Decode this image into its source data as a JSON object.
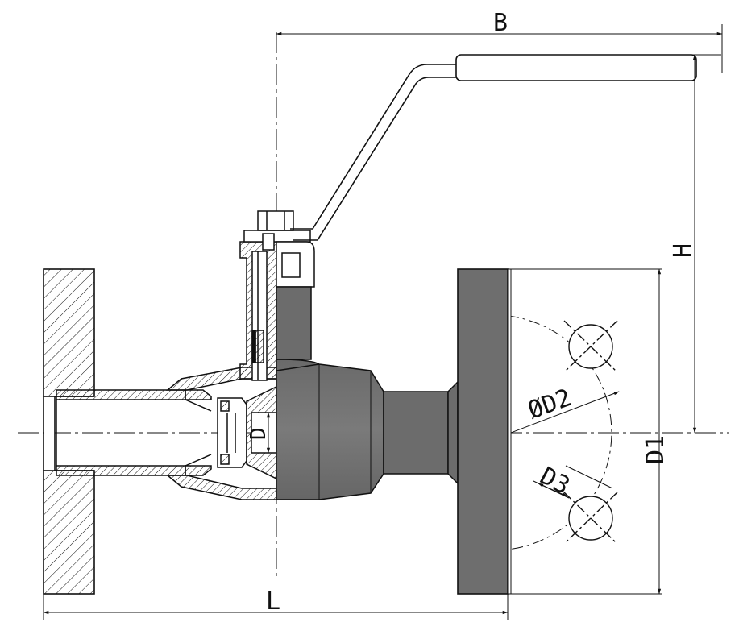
{
  "diagram": {
    "subject": "flanged ball valve drawing",
    "colors": {
      "line": "#111111",
      "solid": "#6e6e6e",
      "background": "#ffffff"
    },
    "dimensions": {
      "B": "B",
      "H": "H",
      "L": "L",
      "D": "D",
      "D1": "D1",
      "D2": "ØD2",
      "D3": "D3"
    }
  }
}
